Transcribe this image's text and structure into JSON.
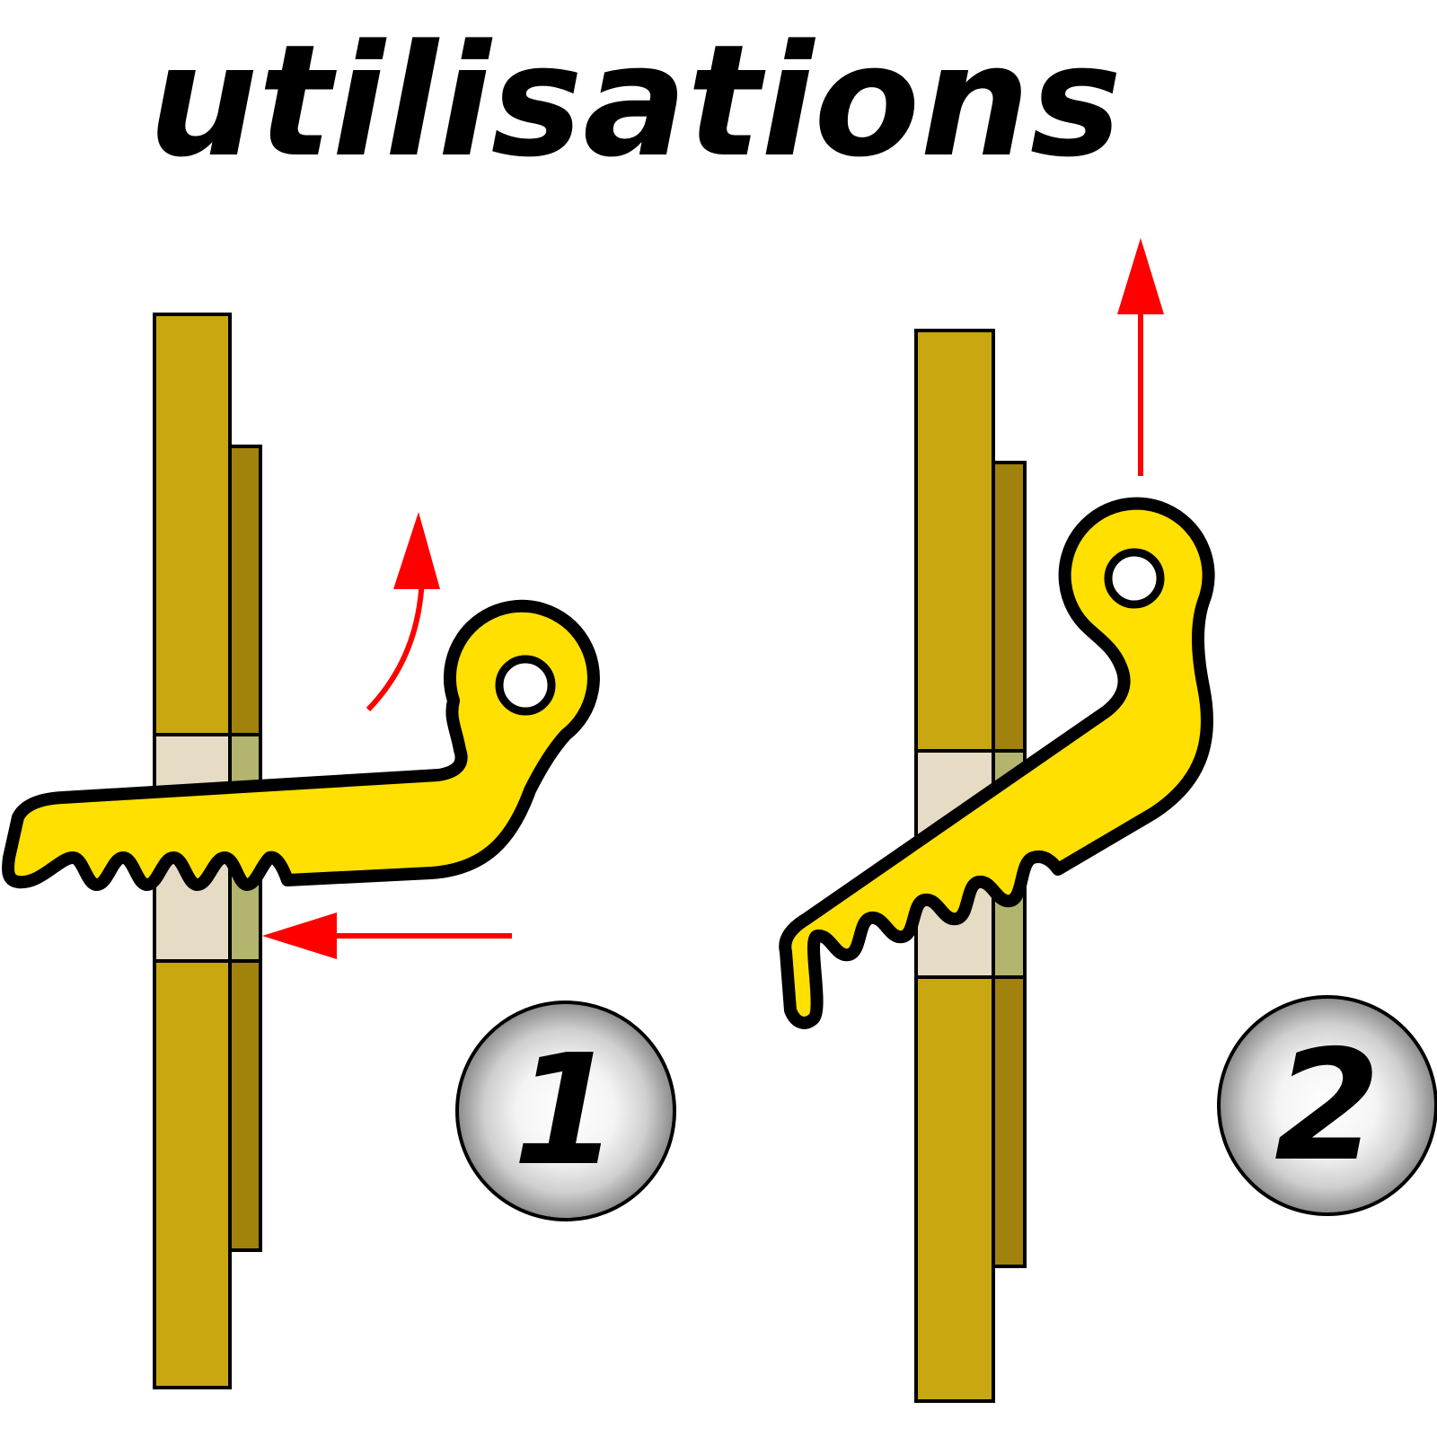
{
  "title": "utilisations",
  "steps": [
    {
      "number": "1"
    },
    {
      "number": "2"
    }
  ],
  "colors": {
    "background": "#ffffff",
    "rod": "#c9a711",
    "rod_back": "#a0820c",
    "rod_window": "#e6dcc5",
    "rod_back_window": "#b3b56e",
    "tool_fill": "#ffe000",
    "outline": "#000000",
    "arrow": "#ff0000"
  },
  "icons": [
    "curved-up-arrow-icon",
    "left-arrow-icon",
    "up-arrow-icon",
    "step-badge-icon"
  ]
}
